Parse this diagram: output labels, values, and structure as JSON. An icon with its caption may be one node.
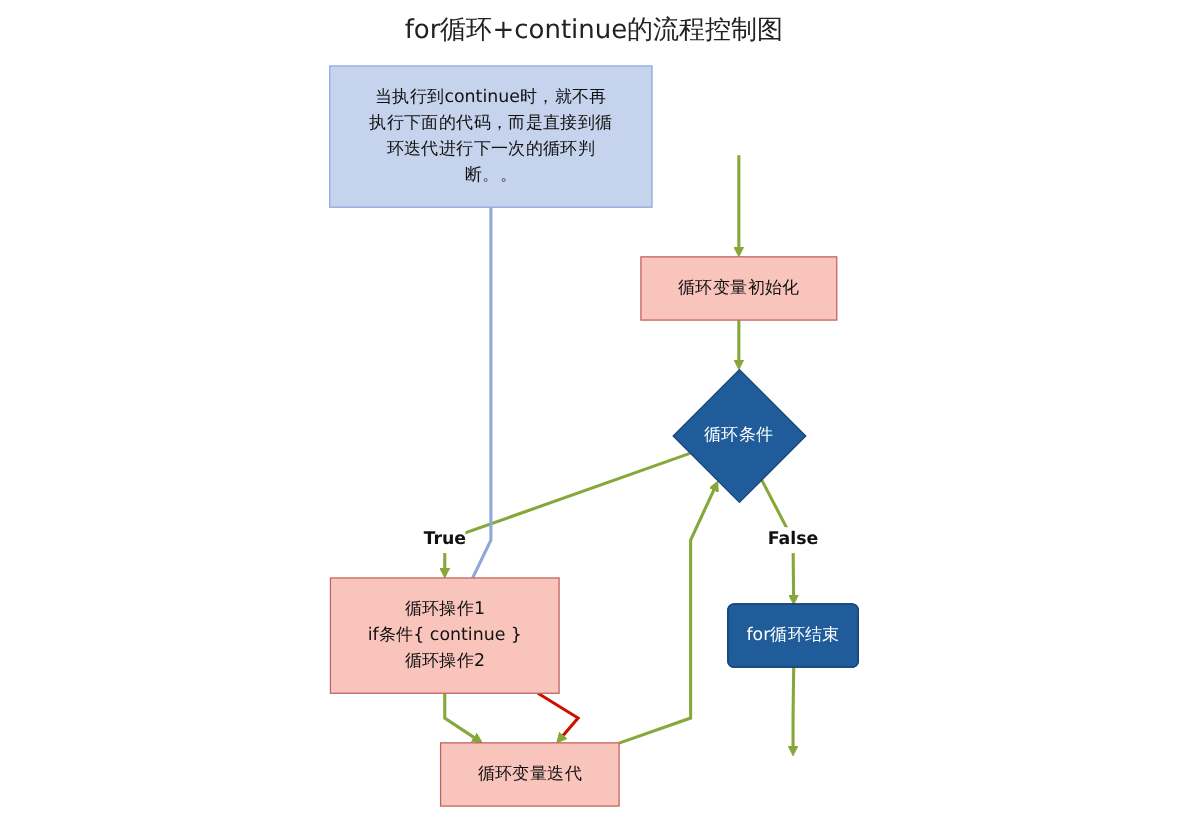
{
  "diagram": {
    "title": "for循环+continue的流程控制图",
    "nodes": [
      {
        "text": [
          "循环变量初始化"
        ]
      },
      {
        "text": [
          "循环条件"
        ]
      },
      {
        "text": [
          "循环操作1",
          "if条件{ continue }",
          "循环操作2"
        ]
      },
      {
        "text": [
          "循环变量迭代"
        ]
      },
      {
        "text": [
          "for循环结束"
        ]
      },
      {
        "text": [
          "当执行到continue时，就不再执行下面的代码，而是直接到循环迭代进行下一次的循环判断。。"
        ]
      }
    ],
    "edges": [
      {
        "from": null,
        "to": 0,
        "arrow": "to"
      },
      {
        "from": 0,
        "to": 1,
        "arrow": "to"
      },
      {
        "from": 1,
        "to": 2,
        "arrow": "to",
        "label": "True"
      },
      {
        "from": 2,
        "to": 3,
        "arrow": "to"
      },
      {
        "from": 3,
        "to": 1,
        "arrow": "to"
      },
      {
        "from": 1,
        "to": 4,
        "arrow": "to",
        "label": "False"
      },
      {
        "from": 4,
        "to": null,
        "arrow": "to"
      },
      {
        "from": 2,
        "to": 3,
        "arrow": "to",
        "color": "#cc1100"
      },
      {
        "from": 5,
        "to": 2,
        "arrow": "none",
        "color": "#8fa8d8"
      }
    ]
  }
}
